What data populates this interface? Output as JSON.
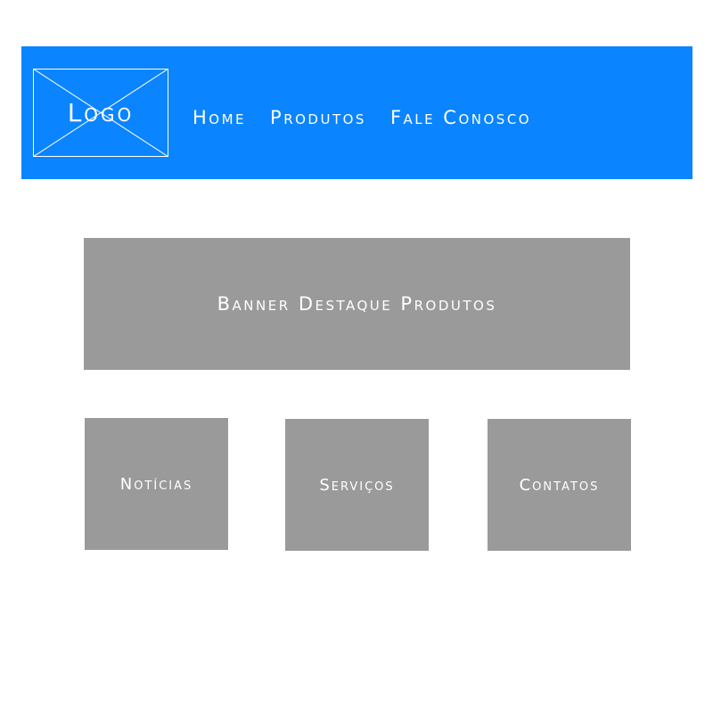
{
  "colors": {
    "header_bg": "#0a84ff",
    "block_bg": "#9a9a9a",
    "text": "#ffffff"
  },
  "header": {
    "logo_label": "Logo",
    "nav": [
      "Home",
      "Produtos",
      "Fale Conosco"
    ]
  },
  "banner": {
    "label": "Banner Destaque Produtos"
  },
  "cards": [
    "Notícias",
    "Serviços",
    "Contatos"
  ]
}
